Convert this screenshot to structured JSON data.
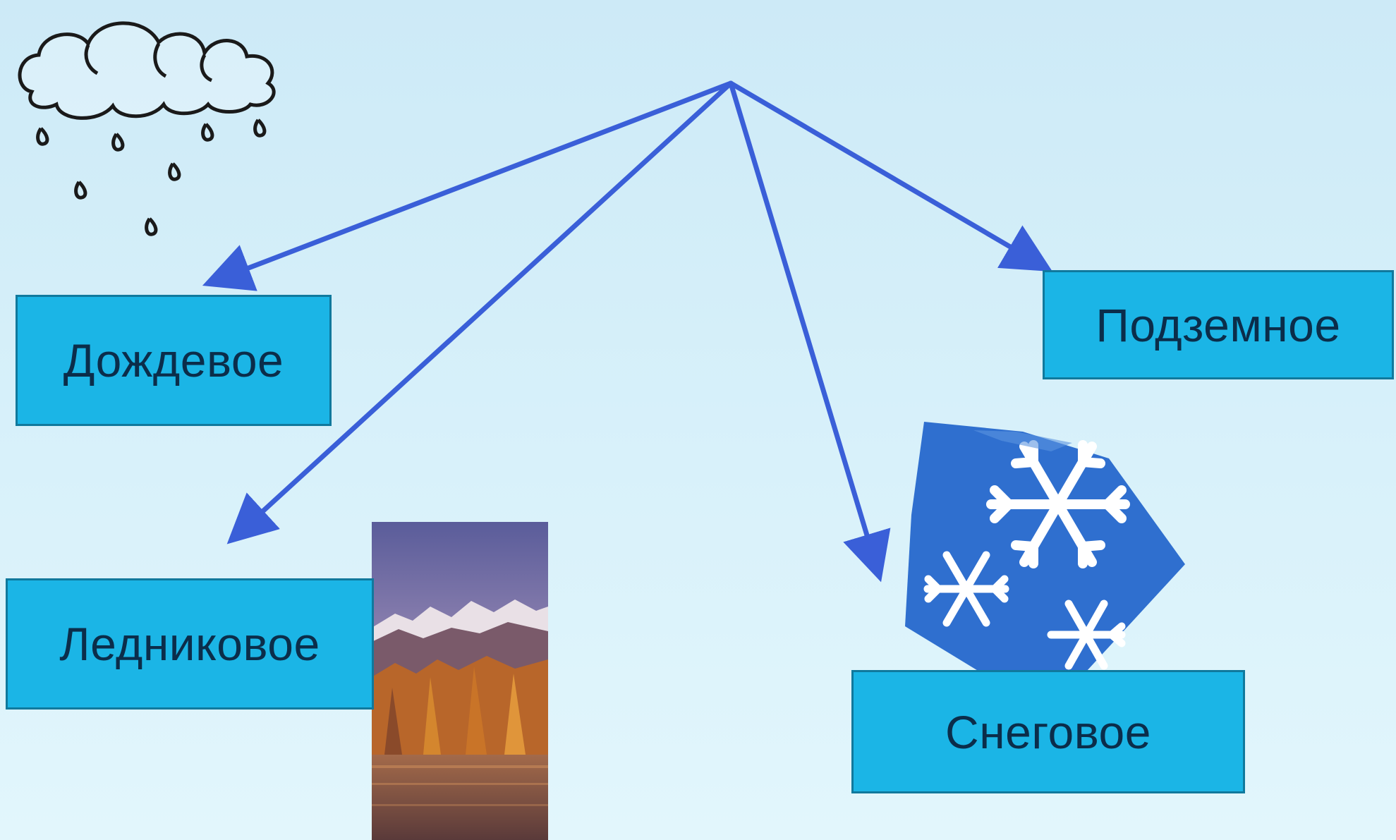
{
  "diagram": {
    "boxes": {
      "rain": "Дождевое",
      "glacier": "Ледниковое",
      "underground": "Подземное",
      "snow": "Снеговое"
    },
    "colors": {
      "box_fill": "#1bb5e6",
      "box_border": "#10799d",
      "arrow": "#3a5fd8",
      "snow_panel": "#2f6fcf",
      "background": "#d4eff9"
    },
    "icons": [
      "rain-cloud-icon",
      "mountain-lake-photo",
      "snowflake-panel-icon"
    ]
  }
}
